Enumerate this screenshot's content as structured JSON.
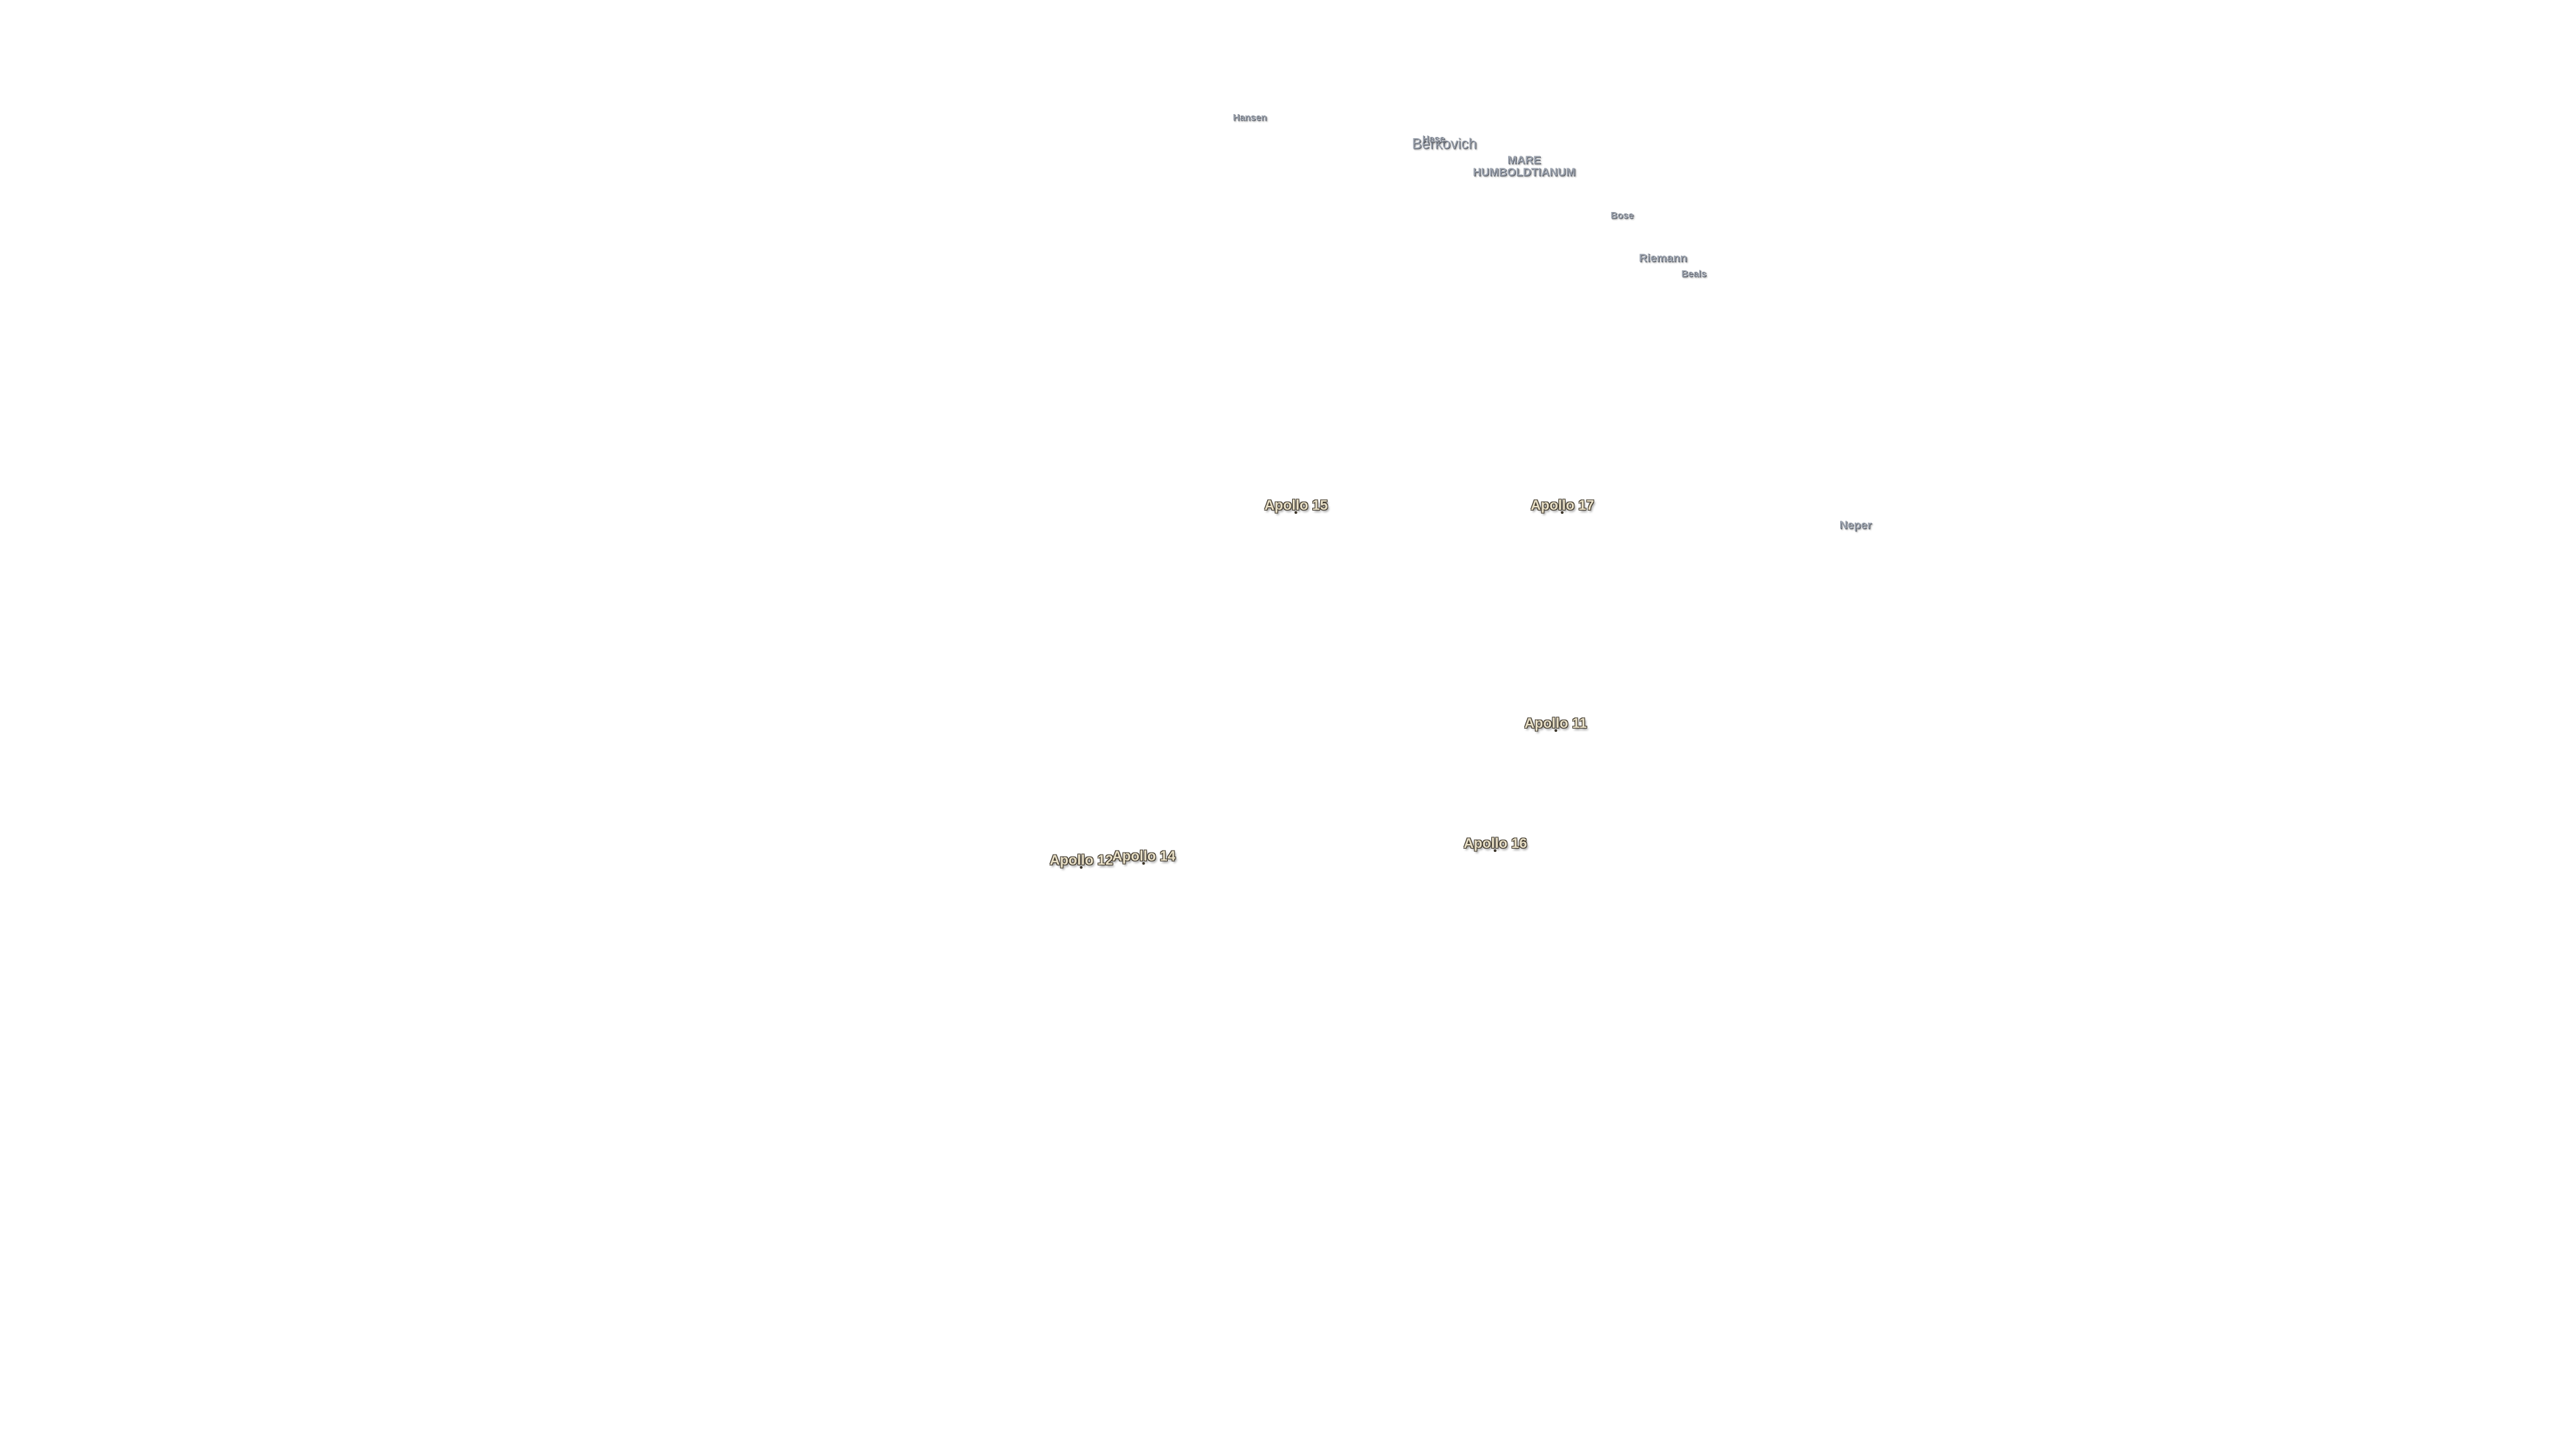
{
  "map": {
    "features": [
      {
        "id": "hansen",
        "lines": [
          "Hansen"
        ]
      },
      {
        "id": "berkovich",
        "lines": [
          "Berkovich"
        ]
      },
      {
        "id": "hase",
        "lines": [
          "Hase"
        ]
      },
      {
        "id": "mare-humboldtianum",
        "lines": [
          "MARE",
          "HUMBOLDTIANUM"
        ]
      },
      {
        "id": "bose",
        "lines": [
          "Bose"
        ]
      },
      {
        "id": "riemann",
        "lines": [
          "Riemann"
        ]
      },
      {
        "id": "beals",
        "lines": [
          "Beals"
        ]
      },
      {
        "id": "neper",
        "lines": [
          "Neper"
        ]
      }
    ],
    "landing_sites": [
      {
        "id": "apollo-15",
        "label": "Apollo 15"
      },
      {
        "id": "apollo-17",
        "label": "Apollo 17"
      },
      {
        "id": "apollo-11",
        "label": "Apollo 11"
      },
      {
        "id": "apollo-16",
        "label": "Apollo 16"
      },
      {
        "id": "apollo-12",
        "label": "Apollo 12"
      },
      {
        "id": "apollo-14",
        "label": "Apollo 14"
      }
    ],
    "colors": {
      "background": "#ffffff",
      "feature_text": "#9aa1ad",
      "site_text": "#e8dfc6",
      "site_outline": "#3b3428"
    }
  }
}
